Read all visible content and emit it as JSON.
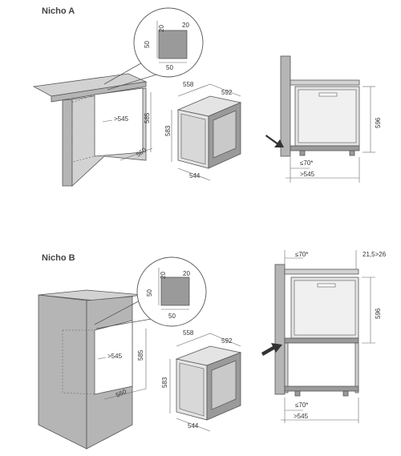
{
  "section_a": {
    "title": "Nicho A",
    "detail": {
      "v20a": "20",
      "h20": "20",
      "v50": "50",
      "h50": "50"
    },
    "niche": {
      "depth_min": ">545",
      "height": "585",
      "width": "560"
    },
    "oven": {
      "top_width": "558",
      "top_depth": "592",
      "height": "583",
      "bottom_width": "544"
    },
    "side": {
      "height": "596",
      "gap": "≤70*",
      "depth": ">545"
    }
  },
  "section_b": {
    "title": "Nicho B",
    "detail": {
      "v20a": "20",
      "h20": "20",
      "v50": "50",
      "h50": "50"
    },
    "niche": {
      "depth_min": ">545",
      "height": "585",
      "width": "560"
    },
    "oven": {
      "top_width": "558",
      "top_depth": "592",
      "height": "583",
      "bottom_width": "544"
    },
    "side": {
      "top_gap": "≤70*",
      "vent": "21,5>26",
      "height": "596",
      "bottom_gap": "≤70*",
      "depth": ">545"
    }
  }
}
